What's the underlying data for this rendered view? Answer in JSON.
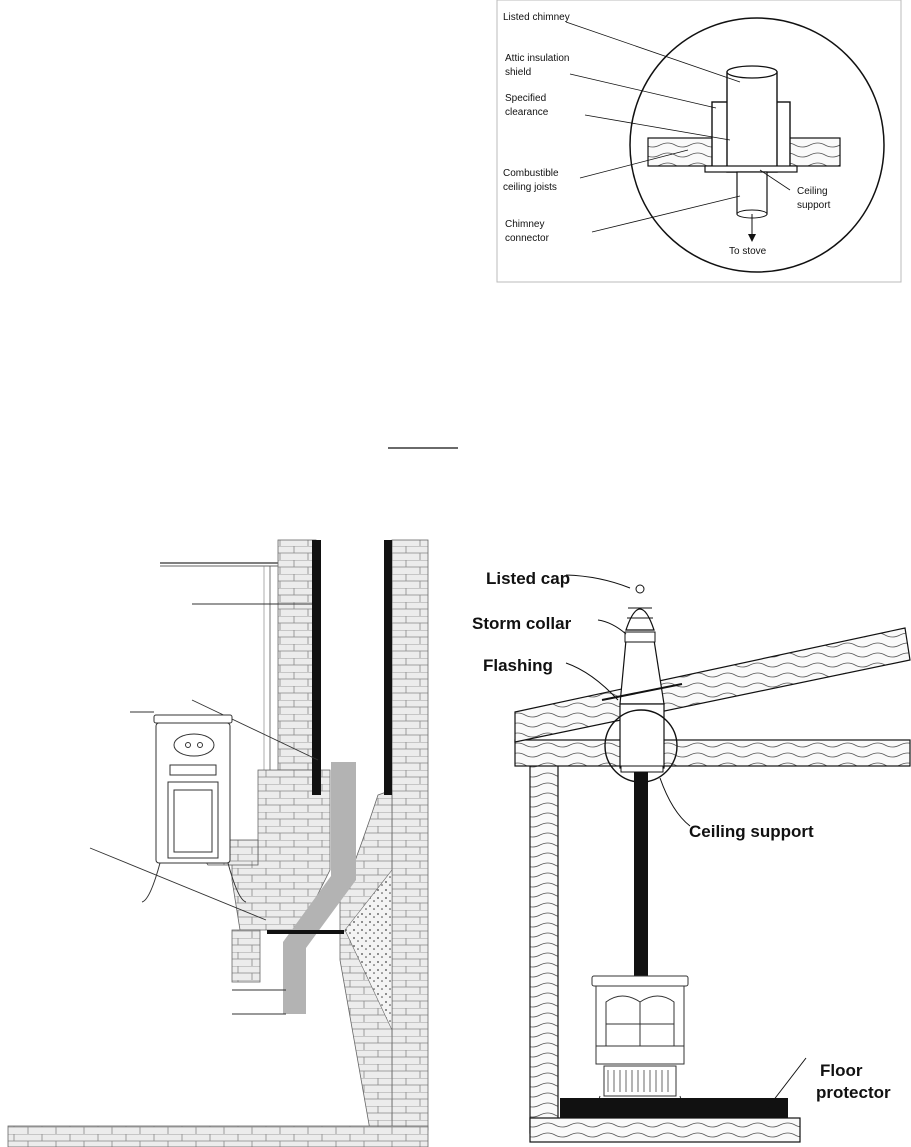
{
  "inset": {
    "labels": {
      "listed_chimney": "Listed chimney",
      "attic_shield_1": "Attic insulation",
      "attic_shield_2": "shield",
      "clearance_1": "Specified",
      "clearance_2": "clearance",
      "joists_1": "Combustible",
      "joists_2": "ceiling joists",
      "connector_1": "Chimney",
      "connector_2": "connector",
      "support_1": "Ceiling",
      "support_2": "support",
      "to_stove": "To stove"
    }
  },
  "right_diagram": {
    "labels": {
      "listed_cap": "Listed cap",
      "storm_collar": "Storm collar",
      "flashing": "Flashing",
      "ceiling_support": "Ceiling support",
      "floor_1": "Floor",
      "floor_2": "protector"
    }
  },
  "colors": {
    "pipe": "#111111",
    "liner": "#b3b3b3",
    "brick_fill": "#ececec",
    "line": "#333333"
  }
}
